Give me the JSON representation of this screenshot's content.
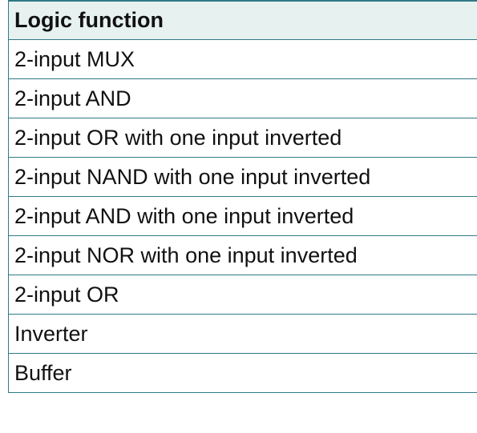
{
  "table": {
    "header": "Logic function",
    "rows": [
      "2-input MUX",
      "2-input AND",
      "2-input OR with one input inverted",
      "2-input NAND with one input inverted",
      "2-input AND with one input inverted",
      "2-input NOR with one input inverted",
      "2-input OR",
      "Inverter",
      "Buffer"
    ]
  },
  "colors": {
    "border": "#2f7a87",
    "header_background": "#e6f1f0",
    "text": "#111111"
  }
}
